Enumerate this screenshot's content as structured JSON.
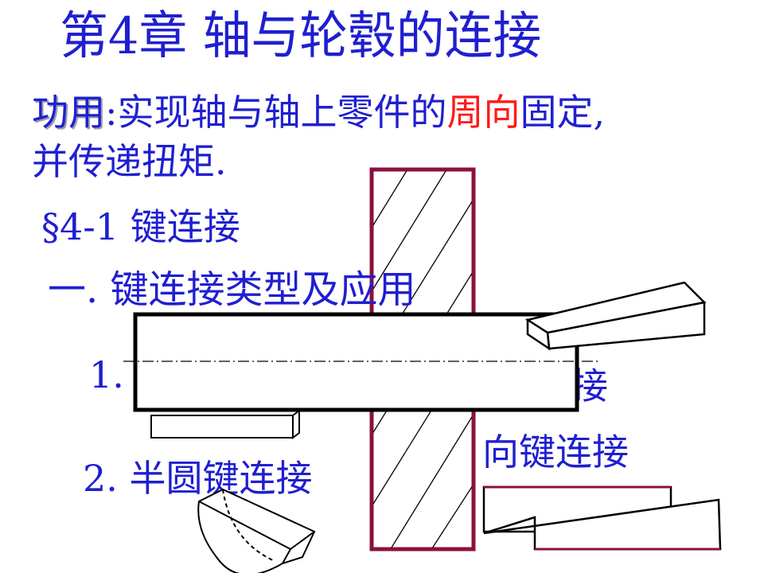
{
  "slide": {
    "title": "第4章  轴与轮毂的连接",
    "function_label": "功用",
    "function_text_a": ":实现轴与轴上零件的",
    "function_highlight": "周向",
    "function_text_b": "固定,",
    "function_line2": "并传递扭矩.",
    "section": "§4-1  键连接",
    "subsection": "一. 键连接类型及应用",
    "item1_visible_prefix": "1.",
    "item1_visible_suffix": "接",
    "item3_visible": "向键连接",
    "item2": "2. 半圆键连接"
  },
  "colors": {
    "text": "#1f1fd0",
    "highlight": "#ff1a1a",
    "hub_outline": "#8b1040",
    "drawing_line": "#000000"
  }
}
